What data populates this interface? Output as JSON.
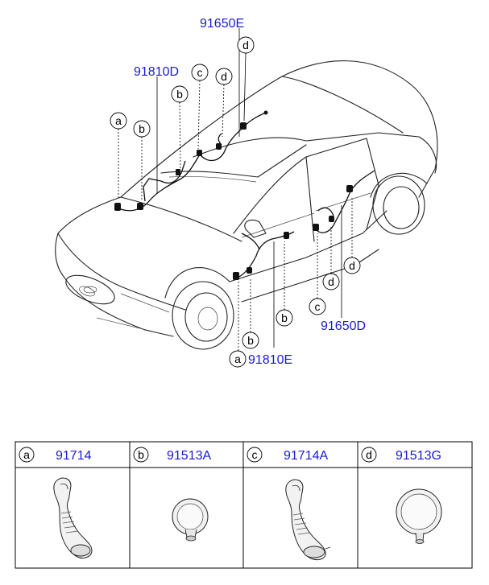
{
  "part_labels": [
    {
      "id": "91650E",
      "text": "91650E"
    },
    {
      "id": "91810D",
      "text": "91810D"
    },
    {
      "id": "91650D",
      "text": "91650D"
    },
    {
      "id": "91810E",
      "text": "91810E"
    }
  ],
  "callouts": {
    "a": "a",
    "b": "b",
    "c": "c",
    "d": "d"
  },
  "legend": [
    {
      "letter": "a",
      "code": "91714",
      "icon": "grommet-boot-icon"
    },
    {
      "letter": "b",
      "code": "91513A",
      "icon": "grommet-plug-icon"
    },
    {
      "letter": "c",
      "code": "91714A",
      "icon": "grommet-boot-icon"
    },
    {
      "letter": "d",
      "code": "91513G",
      "icon": "grommet-plug-icon"
    }
  ],
  "colors": {
    "part_label": "#1a1ad6",
    "line": "#222222"
  }
}
